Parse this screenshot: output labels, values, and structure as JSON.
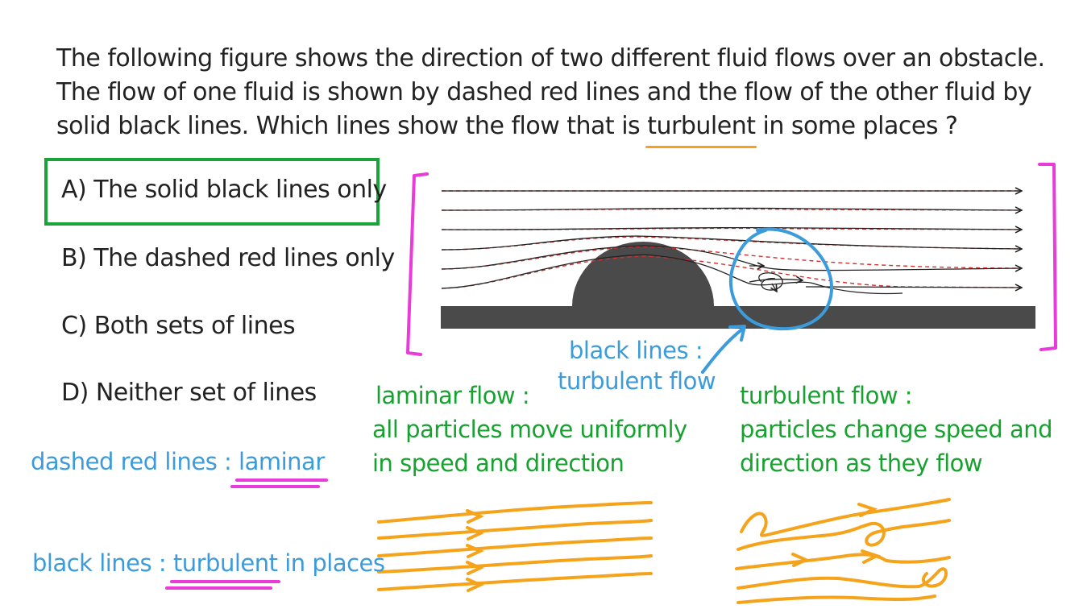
{
  "question": {
    "line1": "The following figure shows the direction of two different fluid flows over an obstacle.",
    "line2": "The flow of one fluid is shown by dashed red lines and the flow of the other fluid by",
    "line3_before": "solid black lines. Which lines show the flow that is ",
    "line3_highlight": "turbulent",
    "line3_after": " in some places ?"
  },
  "options": [
    {
      "label": "A) The solid black lines only",
      "selected": true
    },
    {
      "label": "B) The dashed red lines only",
      "selected": false
    },
    {
      "label": "C) Both sets of lines",
      "selected": false
    },
    {
      "label": "D) Neither set of lines",
      "selected": false
    }
  ],
  "figure_annotation": {
    "line1": "black lines :",
    "line2": "turbulent flow"
  },
  "notes": {
    "dashed_prefix": "dashed red lines : ",
    "dashed_value": "laminar",
    "black_prefix": "black lines : ",
    "black_value": "turbulent",
    "black_suffix": " in places"
  },
  "laminar": {
    "title": "laminar flow :",
    "line1": "all particles move uniformly",
    "line2": "in speed and direction"
  },
  "turbulent": {
    "title": "turbulent flow :",
    "line1": "particles change speed and",
    "line2": "direction as they flow"
  },
  "colors": {
    "answer_box": "#1aa33a",
    "annotation_blue": "#3b9bdb",
    "note_green": "#17a230",
    "underline_pink": "#e83bd8",
    "highlight_orange": "#f5a31a",
    "flow_orange": "#f5a31a",
    "bracket_pink": "#e83bd8",
    "obstacle_gray": "#4a4a4a"
  }
}
